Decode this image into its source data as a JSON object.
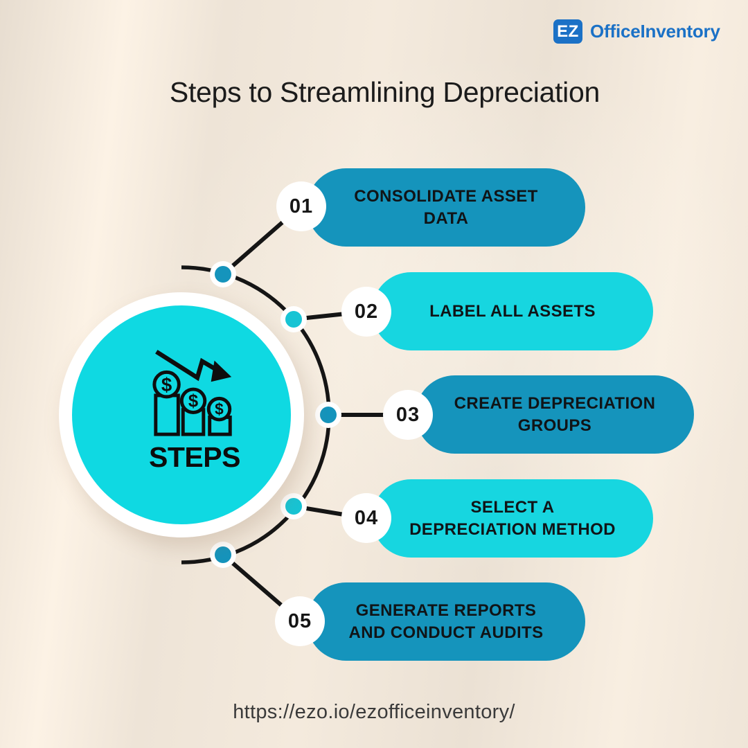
{
  "brand": {
    "badge": "EZ",
    "name": "OfficeInventory"
  },
  "title": "Steps to Streamlining Depreciation",
  "hub": {
    "label": "STEPS",
    "icon": "declining-dollar-bars-icon",
    "dollar": "$"
  },
  "steps": [
    {
      "num": "01",
      "label": "CONSOLIDATE ASSET DATA",
      "variant": "dark"
    },
    {
      "num": "02",
      "label": "LABEL ALL ASSETS",
      "variant": "light"
    },
    {
      "num": "03",
      "label": "CREATE DEPRECIATION GROUPS",
      "variant": "dark"
    },
    {
      "num": "04",
      "label": "SELECT A DEPRECIATION METHOD",
      "variant": "light"
    },
    {
      "num": "05",
      "label": "GENERATE REPORTS AND CONDUCT AUDITS",
      "variant": "dark"
    }
  ],
  "footer": {
    "url": "https://ezo.io/ezofficeinventory/"
  },
  "colors": {
    "background": "#f2e8db",
    "teal_dark": "#1594bc",
    "cyan": "#17d6e0",
    "hub_cyan": "#0fd9e2",
    "logo_blue": "#1b71c6",
    "line_black": "#151515",
    "text_dark": "#101417"
  }
}
